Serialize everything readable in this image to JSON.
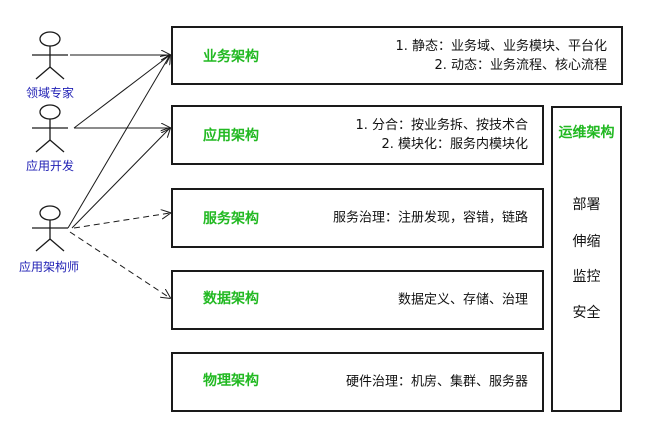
{
  "actors": [
    {
      "id": "domain-expert",
      "label": "领域专家"
    },
    {
      "id": "app-developer",
      "label": "应用开发"
    },
    {
      "id": "app-architect",
      "label": "应用架构师"
    }
  ],
  "layers": [
    {
      "id": "business",
      "title": "业务架构",
      "lines": [
        "1. 静态：业务域、业务模块、平台化",
        "2. 动态：业务流程、核心流程"
      ]
    },
    {
      "id": "application",
      "title": "应用架构",
      "lines": [
        "1. 分合：按业务拆、按技术合",
        "2. 模块化：服务内模块化"
      ]
    },
    {
      "id": "service",
      "title": "服务架构",
      "lines": [
        "服务治理：注册发现，容错，链路"
      ]
    },
    {
      "id": "data",
      "title": "数据架构",
      "lines": [
        "数据定义、存储、治理"
      ]
    },
    {
      "id": "physical",
      "title": "物理架构",
      "lines": [
        "硬件治理：机房、集群、服务器"
      ]
    }
  ],
  "ops": {
    "title": "运维架构",
    "items": [
      "部署",
      "伸缩",
      "监控",
      "安全"
    ]
  },
  "colors": {
    "title_green": "#22b922",
    "actor_blue": "#1f1fb4",
    "border": "#1a1a1a"
  }
}
